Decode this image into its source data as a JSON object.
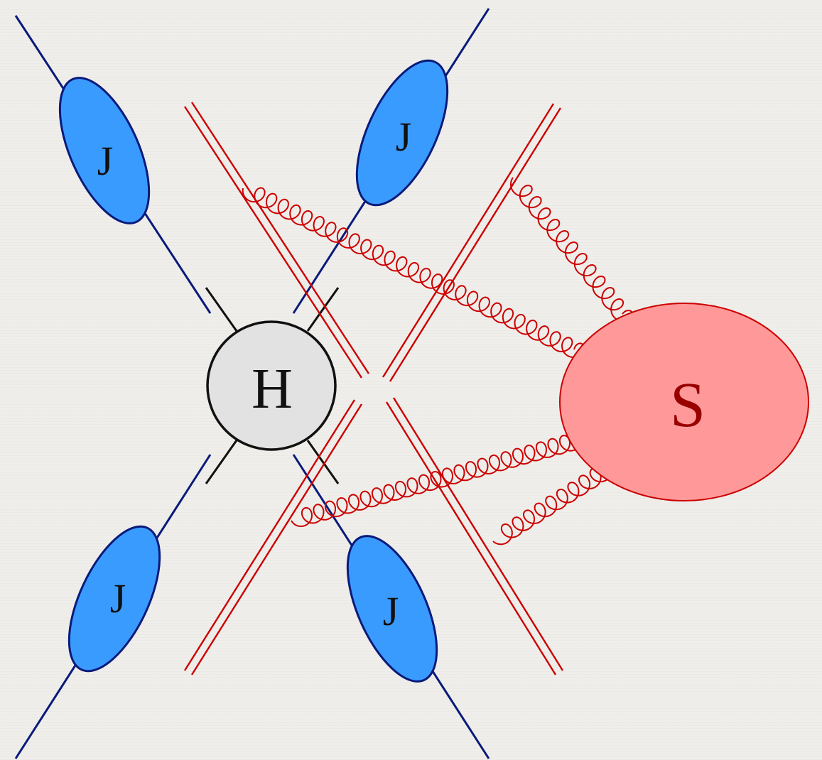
{
  "labels": {
    "jet": "J",
    "hard": "H",
    "soft": "S"
  },
  "colors": {
    "background": "#efeeea",
    "jet_fill": "#3a9bff",
    "jet_stroke": "#0a1a7a",
    "hard_fill": "#e2e2e2",
    "hard_stroke": "#111111",
    "soft_fill": "#ff9999",
    "soft_stroke": "#cc0000",
    "soft_text": "#990000",
    "wilson_line": "#cc0000",
    "gluon": "#cc0000"
  }
}
